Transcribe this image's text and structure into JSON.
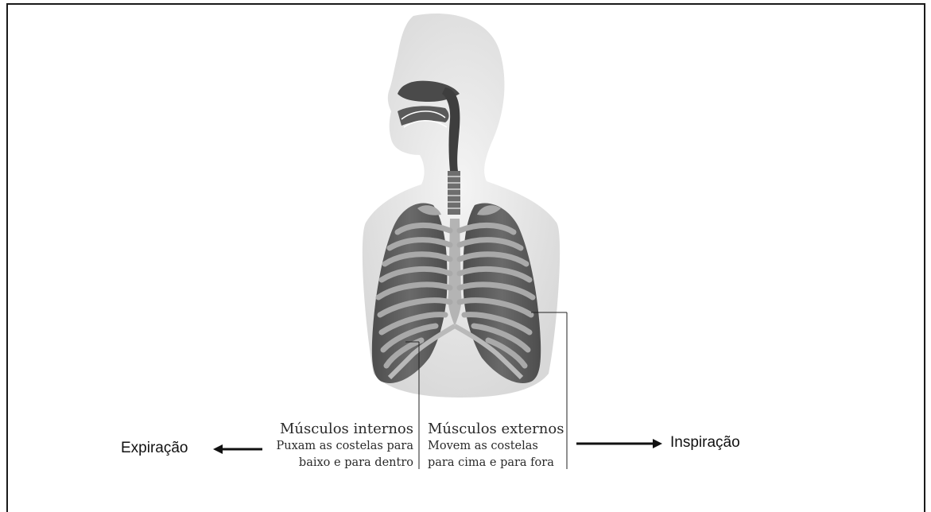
{
  "labels": {
    "internal": {
      "title": "Músculos internos",
      "line1": "Puxam as costelas para",
      "line2": "baixo e para dentro"
    },
    "external": {
      "title": "Músculos externos",
      "line1": "Movem as costelas",
      "line2": "para cima e para fora"
    },
    "expiration": "Expiração",
    "inspiration": "Inspiração"
  },
  "colors": {
    "silhouette": "#e6e6e6",
    "airway": "#4a4a4a",
    "lung": "#5c5c5c",
    "rib": "#a9a9a9",
    "text": "#2a2a2a"
  }
}
